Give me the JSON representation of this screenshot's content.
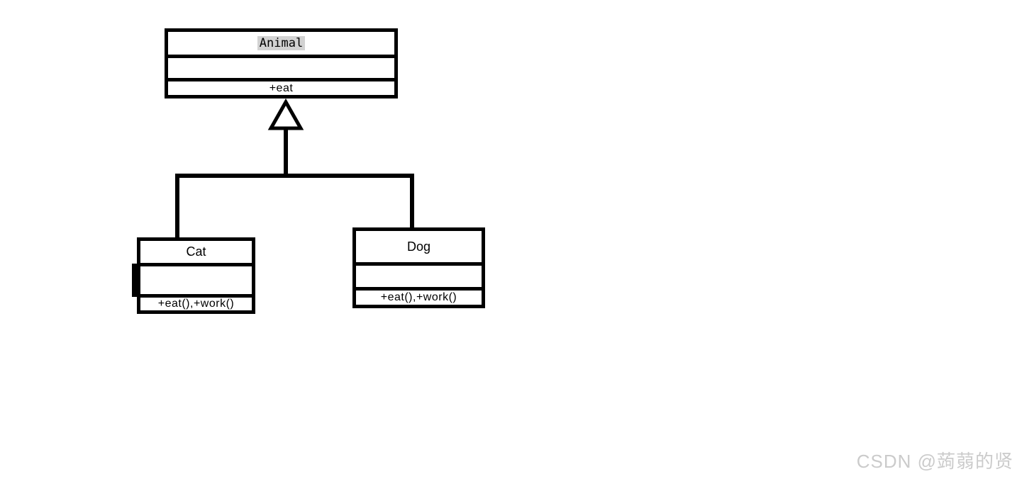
{
  "diagram": {
    "type": "uml-class-diagram",
    "classes": [
      {
        "id": "animal",
        "name": "Animal",
        "attributes": "",
        "methods": "+eat",
        "name_highlighted": true
      },
      {
        "id": "cat",
        "name": "Cat",
        "attributes": "",
        "methods": "+eat(),+work()"
      },
      {
        "id": "dog",
        "name": "Dog",
        "attributes": "",
        "methods": "+eat(),+work()"
      }
    ],
    "relationships": [
      {
        "from": "Cat",
        "to": "Animal",
        "type": "inheritance"
      },
      {
        "from": "Dog",
        "to": "Animal",
        "type": "inheritance"
      }
    ]
  },
  "watermark": {
    "text": "CSDN @蒟蒻的贤"
  },
  "colors": {
    "background": "#ffffff",
    "line": "#000000",
    "name_highlight": "#d2d2d2",
    "watermark": "#cbcbcb"
  }
}
